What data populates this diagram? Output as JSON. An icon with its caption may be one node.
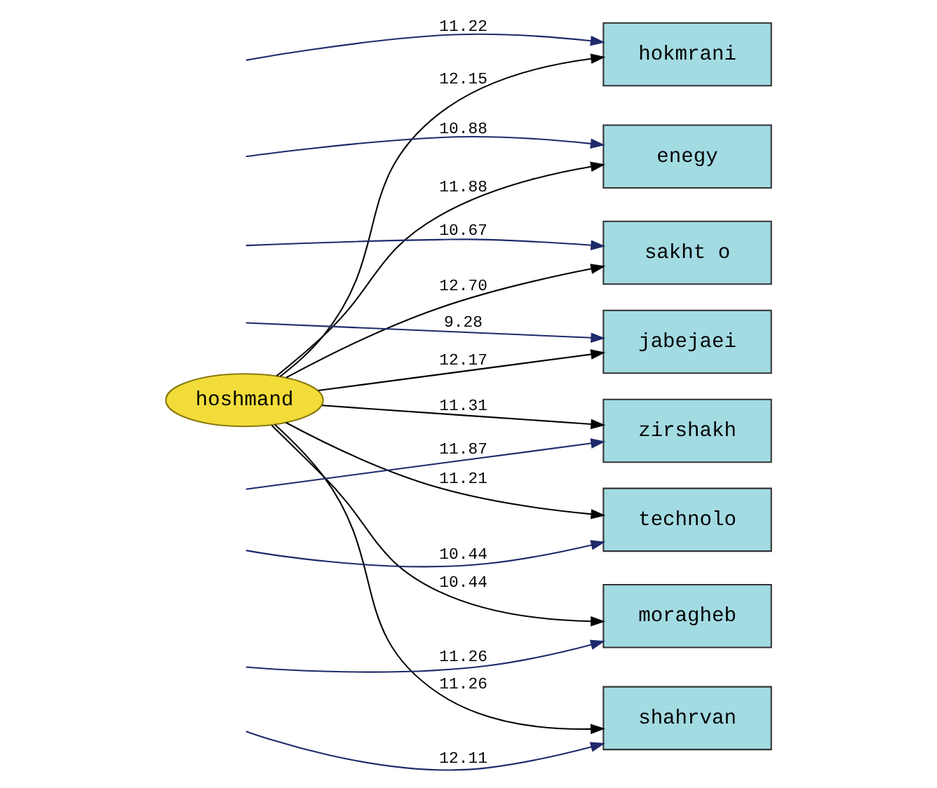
{
  "diagram": {
    "nodes": [
      {
        "text": [
          "hoshmand"
        ]
      },
      {
        "text": [
          "hokmrani"
        ]
      },
      {
        "text": [
          "enegy"
        ]
      },
      {
        "text": [
          "sakht o"
        ]
      },
      {
        "text": [
          "jabejaei"
        ]
      },
      {
        "text": [
          "zirshakh"
        ]
      },
      {
        "text": [
          "technolo"
        ]
      },
      {
        "text": [
          "moragheb"
        ]
      },
      {
        "text": [
          "shahrvan"
        ]
      }
    ],
    "edges": [
      {
        "from": 0,
        "to": 1,
        "arrow": "to",
        "label": "12.15"
      },
      {
        "from": 0,
        "to": 2,
        "arrow": "to",
        "label": "11.88"
      },
      {
        "from": 0,
        "to": 3,
        "arrow": "to",
        "label": "12.70"
      },
      {
        "from": 0,
        "to": 4,
        "arrow": "to",
        "label": "12.17"
      },
      {
        "from": 0,
        "to": 5,
        "arrow": "to",
        "label": "11.31"
      },
      {
        "from": 0,
        "to": 6,
        "arrow": "to",
        "label": "11.21"
      },
      {
        "from": 0,
        "to": 7,
        "arrow": "to",
        "label": "10.44"
      },
      {
        "from": 0,
        "to": 8,
        "arrow": "to",
        "label": "11.26"
      },
      {
        "from": null,
        "to": 1,
        "arrow": "to",
        "label": "11.22",
        "color": "#1f2a6b"
      },
      {
        "from": null,
        "to": 2,
        "arrow": "to",
        "label": "10.88",
        "color": "#1f2a6b"
      },
      {
        "from": null,
        "to": 3,
        "arrow": "to",
        "label": "10.67",
        "color": "#1f2a6b"
      },
      {
        "from": null,
        "to": 4,
        "arrow": "to",
        "label": "9.28",
        "color": "#1f2a6b"
      },
      {
        "from": null,
        "to": 5,
        "arrow": "to",
        "label": "11.87",
        "color": "#1f2a6b"
      },
      {
        "from": null,
        "to": 6,
        "arrow": "to",
        "label": "10.44",
        "color": "#1f2a6b"
      },
      {
        "from": null,
        "to": 7,
        "arrow": "to",
        "label": "11.26",
        "color": "#1f2a6b"
      },
      {
        "from": null,
        "to": 8,
        "arrow": "to",
        "label": "12.11",
        "color": "#1f2a6b"
      }
    ]
  }
}
